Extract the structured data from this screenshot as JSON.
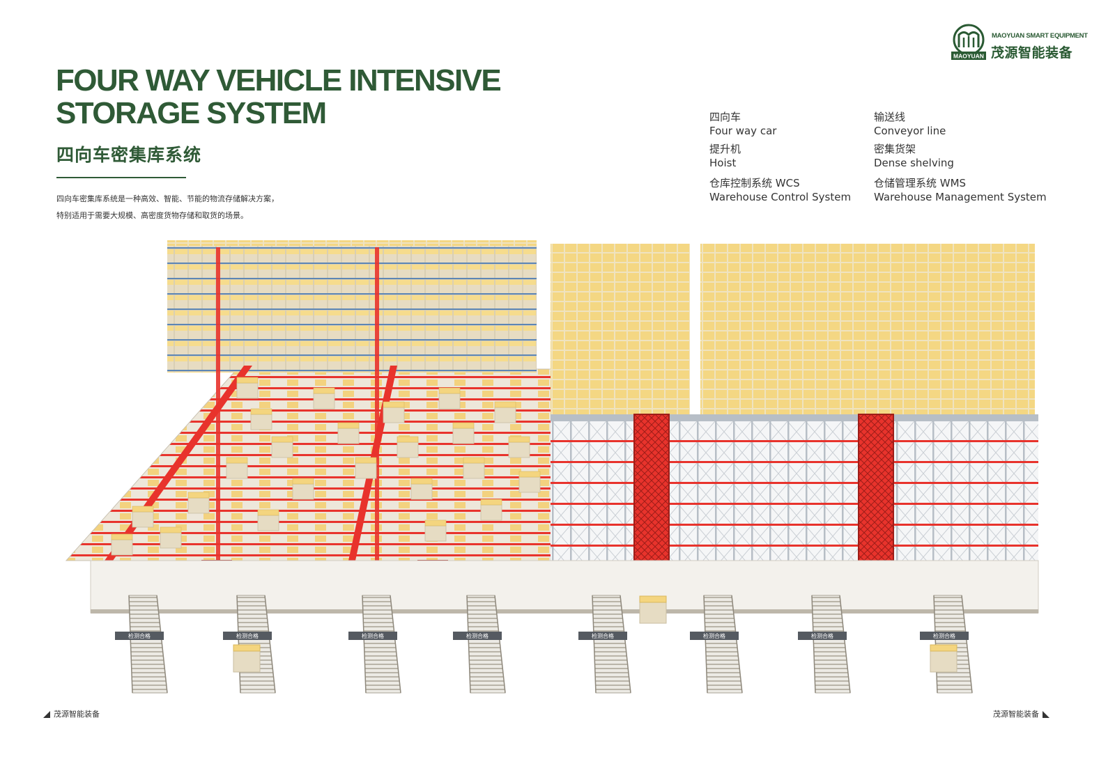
{
  "brand": {
    "name_en": "MAOYUAN SMART EQUIPMENT",
    "name_cn": "茂源智能装备",
    "logo_text": "MAOYUAN",
    "primary_color": "#2f5a36"
  },
  "header": {
    "title_line1": "FOUR WAY VEHICLE INTENSIVE",
    "title_line2": "STORAGE SYSTEM",
    "subtitle_cn": "四向车密集库系统"
  },
  "description": {
    "line1": "四向车密集库系统是一种高效、智能、节能的物流存储解决方案，",
    "line2": "特别适用于需要大规模、高密度货物存储和取货的场景。"
  },
  "legend": [
    {
      "cn": "四向车",
      "en": "Four way car"
    },
    {
      "cn": "输送线",
      "en": "Conveyor line"
    },
    {
      "cn": "提升机",
      "en": "Hoist"
    },
    {
      "cn": "密集货架",
      "en": "Dense shelving"
    },
    {
      "cn": "仓库控制系统 WCS",
      "en": "Warehouse  Control System"
    },
    {
      "cn": "仓储管理系统 WMS",
      "en": "Warehouse Management System"
    }
  ],
  "illustration": {
    "station_label": "检测合格",
    "rack_color": "#e8332c",
    "box_color": "#f2d27a"
  },
  "footer": {
    "left": "茂源智能装备",
    "right": "茂源智能装备"
  }
}
